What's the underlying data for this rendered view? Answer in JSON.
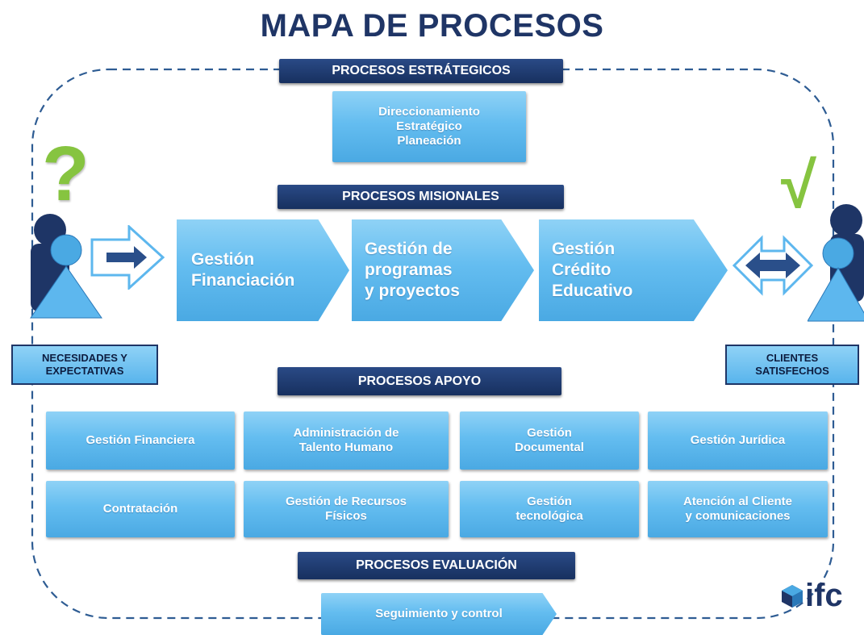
{
  "title": "MAPA DE PROCESOS",
  "headers": {
    "estrategicos": "PROCESOS ESTRÁTEGICOS",
    "misionales": "PROCESOS MISIONALES",
    "apoyo": "PROCESOS APOYO",
    "evaluacion": "PROCESOS EVALUACIÓN"
  },
  "estrategicos": {
    "line1": "Direccionamiento",
    "line2": "Estratégico",
    "line3": "Planeación"
  },
  "misionales": [
    {
      "line1": "Gestión",
      "line2": "Financiación"
    },
    {
      "line1": "Gestión de",
      "line2": "programas",
      "line3": "y proyectos"
    },
    {
      "line1": "Gestión",
      "line2": "Crédito",
      "line3": "Educativo"
    }
  ],
  "apoyo": [
    {
      "line1": "Gestión Financiera"
    },
    {
      "line1": "Administración de",
      "line2": "Talento Humano"
    },
    {
      "line1": "Gestión",
      "line2": "Documental"
    },
    {
      "line1": "Gestión Jurídica"
    },
    {
      "line1": "Contratación"
    },
    {
      "line1": "Gestión de Recursos",
      "line2": "Físicos"
    },
    {
      "line1": "Gestión",
      "line2": "tecnológica"
    },
    {
      "line1": "Atención al Cliente",
      "line2": "y comunicaciones"
    }
  ],
  "evaluacion": {
    "line1": "Seguimiento y control"
  },
  "left_label": {
    "line1": "NECESIDADES Y",
    "line2": "EXPECTATIVAS"
  },
  "right_label": {
    "line1": "CLIENTES",
    "line2": "SATISFECHOS"
  },
  "symbols": {
    "question": "?",
    "check": "√"
  },
  "logo": {
    "text": "ifc"
  },
  "colors": {
    "navy": "#1f3566",
    "box_light": "#8fd2f6",
    "box_dark": "#4aa9e3",
    "green": "#86c440"
  }
}
